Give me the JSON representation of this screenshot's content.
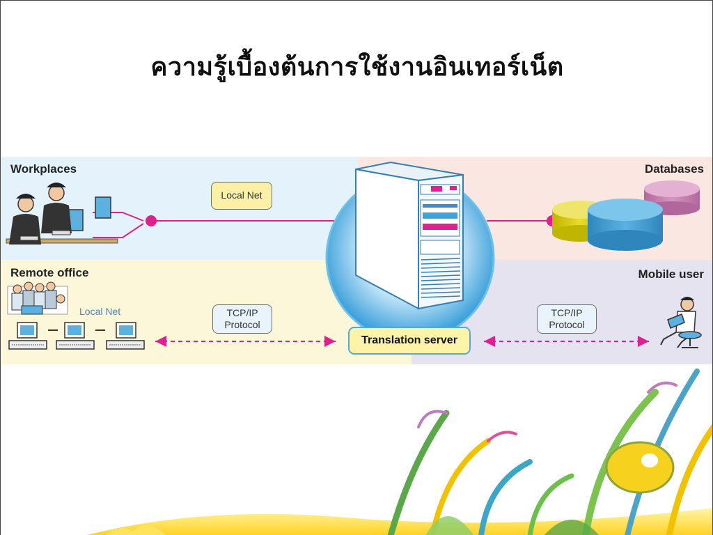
{
  "slide": {
    "title": "ความรู้เบื้องต้นการใช้งานอินเทอร์เน็ต"
  },
  "diagram": {
    "zones": {
      "workplaces": "Workplaces",
      "databases": "Databases",
      "remote_office": "Remote office",
      "mobile_user": "Mobile user"
    },
    "labels": {
      "local_net_top": "Local Net",
      "local_net_remote": "Local Net",
      "tcp_left_line1": "TCP/IP",
      "tcp_left_line2": "Protocol",
      "tcp_right_line1": "TCP/IP",
      "tcp_right_line2": "Protocol",
      "server": "Translation server"
    },
    "colors": {
      "connector": "#e0208f",
      "server_glow": "#3ba3de",
      "workplaces_bg": "#e4f3fb",
      "databases_bg": "#fbe7e2",
      "remote_bg": "#fbf7d8",
      "mobile_bg": "#e6e3f1"
    }
  }
}
